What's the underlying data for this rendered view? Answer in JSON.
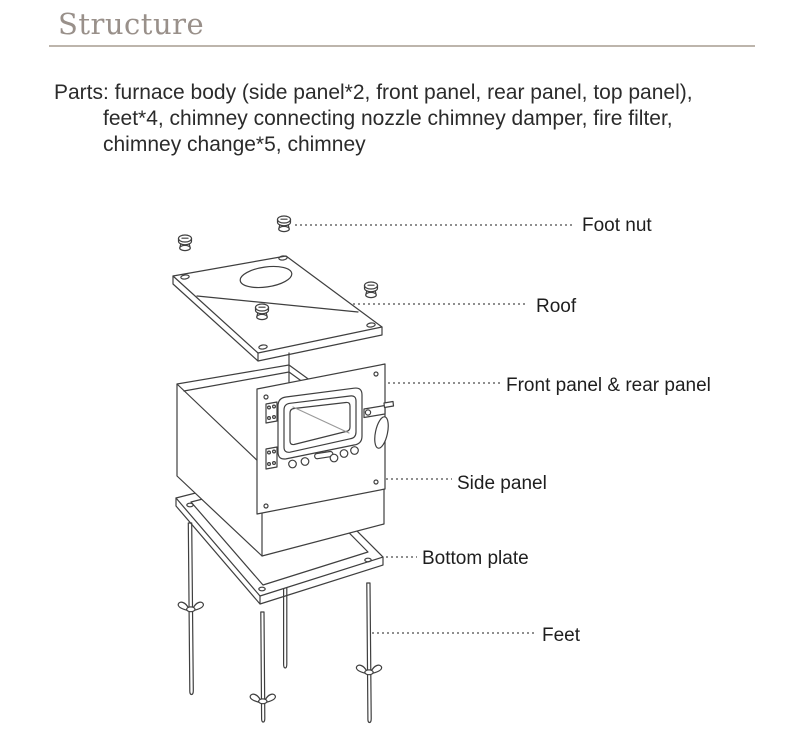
{
  "header": {
    "title": "Structure"
  },
  "parts_lines": [
    "Parts: furnace body (side panel*2, front panel, rear panel, top panel),",
    "feet*4, chimney connecting nozzle chimney damper, fire filter,",
    "chimney change*5, chimney"
  ],
  "callouts": [
    {
      "id": "foot-nut",
      "label": "Foot nut"
    },
    {
      "id": "roof",
      "label": "Roof"
    },
    {
      "id": "front-rear-panel",
      "label": "Front panel & rear panel"
    },
    {
      "id": "side-panel",
      "label": "Side panel"
    },
    {
      "id": "bottom-plate",
      "label": "Bottom plate"
    },
    {
      "id": "feet",
      "label": "Feet"
    }
  ],
  "colors": {
    "heading": "#99908a",
    "rule": "#bdb5ac",
    "body_text": "#2b2b2b",
    "label_text": "#1e1e1e",
    "line_art": "#3f3f3f",
    "leader_dots": "#8f8f8f",
    "background": "#ffffff"
  }
}
